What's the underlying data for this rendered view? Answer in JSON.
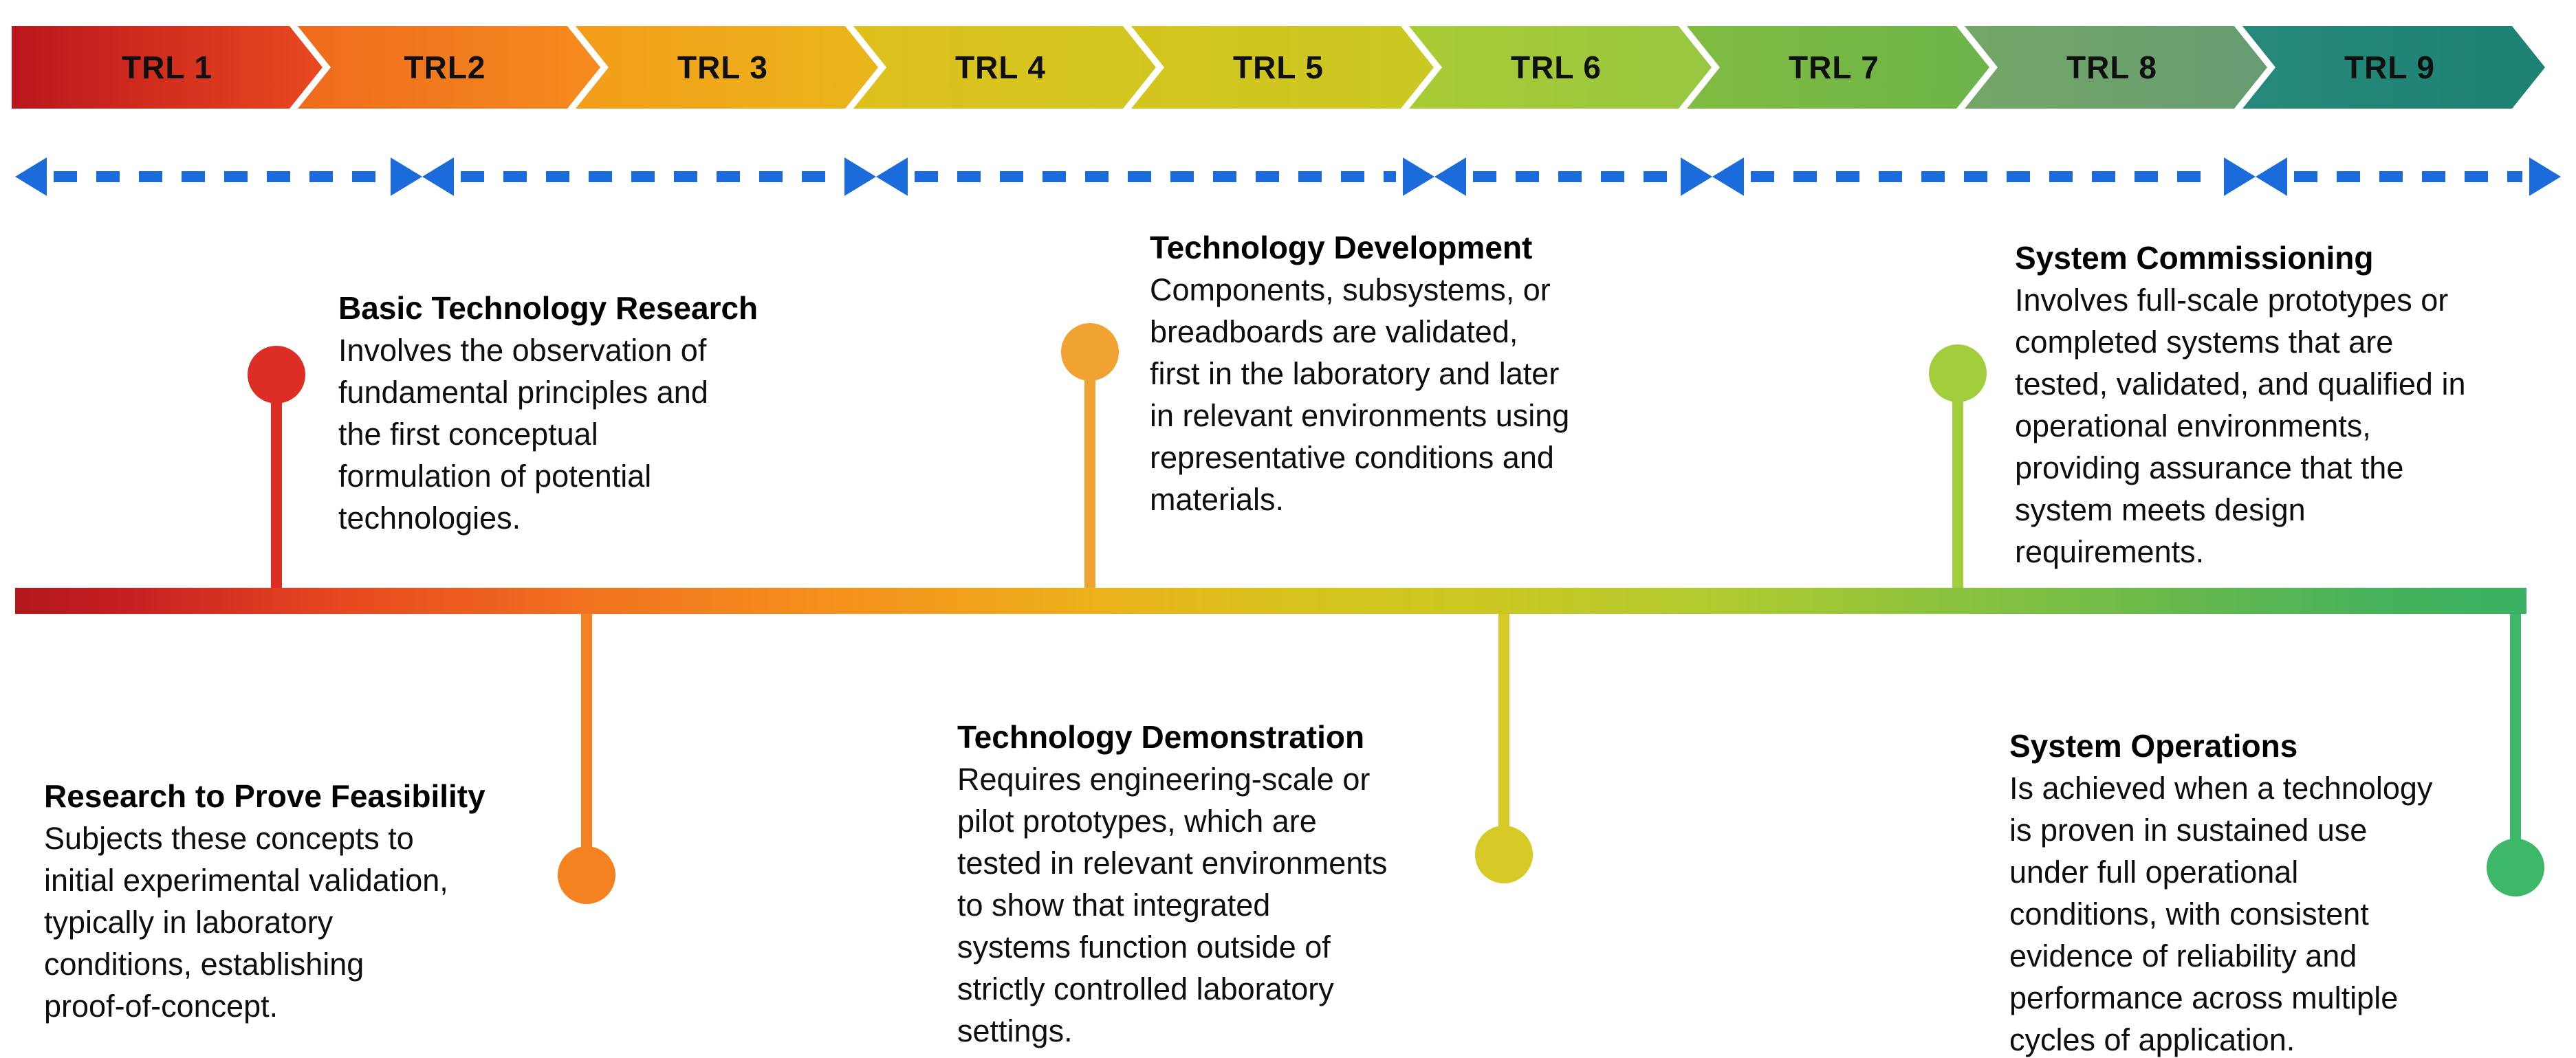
{
  "chevrons": [
    {
      "label": "TRL 1",
      "color_left": "#bb161d",
      "color_right": "#e9491f"
    },
    {
      "label": "TRL2",
      "color_left": "#ee6a1d",
      "color_right": "#f68b1e"
    },
    {
      "label": "TRL 3",
      "color_left": "#f49c1a",
      "color_right": "#e9b61a"
    },
    {
      "label": "TRL 4",
      "color_left": "#dfc01d",
      "color_right": "#d2c720"
    },
    {
      "label": "TRL 5",
      "color_left": "#d5c51e",
      "color_right": "#cbc823"
    },
    {
      "label": "TRL 6",
      "color_left": "#aacb34",
      "color_right": "#97c741"
    },
    {
      "label": "TRL 7",
      "color_left": "#80bc40",
      "color_right": "#6db44b"
    },
    {
      "label": "TRL 8",
      "color_left": "#74a766",
      "color_right": "#679c72"
    },
    {
      "label": "TRL 9",
      "color_left": "#26897a",
      "color_right": "#1d8173"
    }
  ],
  "dashed_line": {
    "color": "#1b6bdb"
  },
  "timeline_bar": {
    "gradient_stops": [
      "#b0181b 0%",
      "#c51d22 4%",
      "#e8481f 13%",
      "#f1731f 23%",
      "#f6921c 33%",
      "#ecb11b 43%",
      "#d8c41e 51%",
      "#cdc822 58%",
      "#b3cb2e 67%",
      "#8fc43c 76%",
      "#6cba4a 85%",
      "#46b25b 94%",
      "#3ab162 100%"
    ]
  },
  "callouts": [
    {
      "title": "Basic Technology Research",
      "body": "Involves the observation of\nfundamental principles and\nthe first conceptual\nformulation of potential\ntechnologies.",
      "dot_color": "#dc2e25",
      "position": "above"
    },
    {
      "title": "Technology Development",
      "body": "Components, subsystems, or\nbreadboards are validated,\nfirst in the laboratory and later\nin relevant environments using\nrepresentative conditions and\nmaterials.",
      "dot_color": "#f0a233",
      "position": "above"
    },
    {
      "title": "System Commissioning",
      "body": "Involves full-scale prototypes or\ncompleted systems that are\ntested, validated, and qualified in\noperational environments,\nproviding assurance that the\nsystem meets design\nrequirements.",
      "dot_color": "#a2ce3d",
      "position": "above"
    },
    {
      "title": "Research to Prove Feasibility",
      "body": "Subjects these concepts to\ninitial experimental validation,\ntypically in laboratory\nconditions, establishing\nproof-of-concept.",
      "dot_color": "#f58220",
      "position": "below"
    },
    {
      "title": "Technology Demonstration",
      "body": "Requires engineering-scale or\npilot prototypes, which are\ntested in relevant environments\nto show that integrated\nsystems function outside of\nstrictly controlled laboratory\nsettings.",
      "dot_color": "#d7ca27",
      "position": "below"
    },
    {
      "title": "System Operations",
      "body": "Is achieved when a technology\nis proven in sustained use\nunder full operational\nconditions, with consistent\nevidence of reliability and\nperformance across multiple\ncycles of application.",
      "dot_color": "#3db768",
      "position": "below"
    }
  ]
}
